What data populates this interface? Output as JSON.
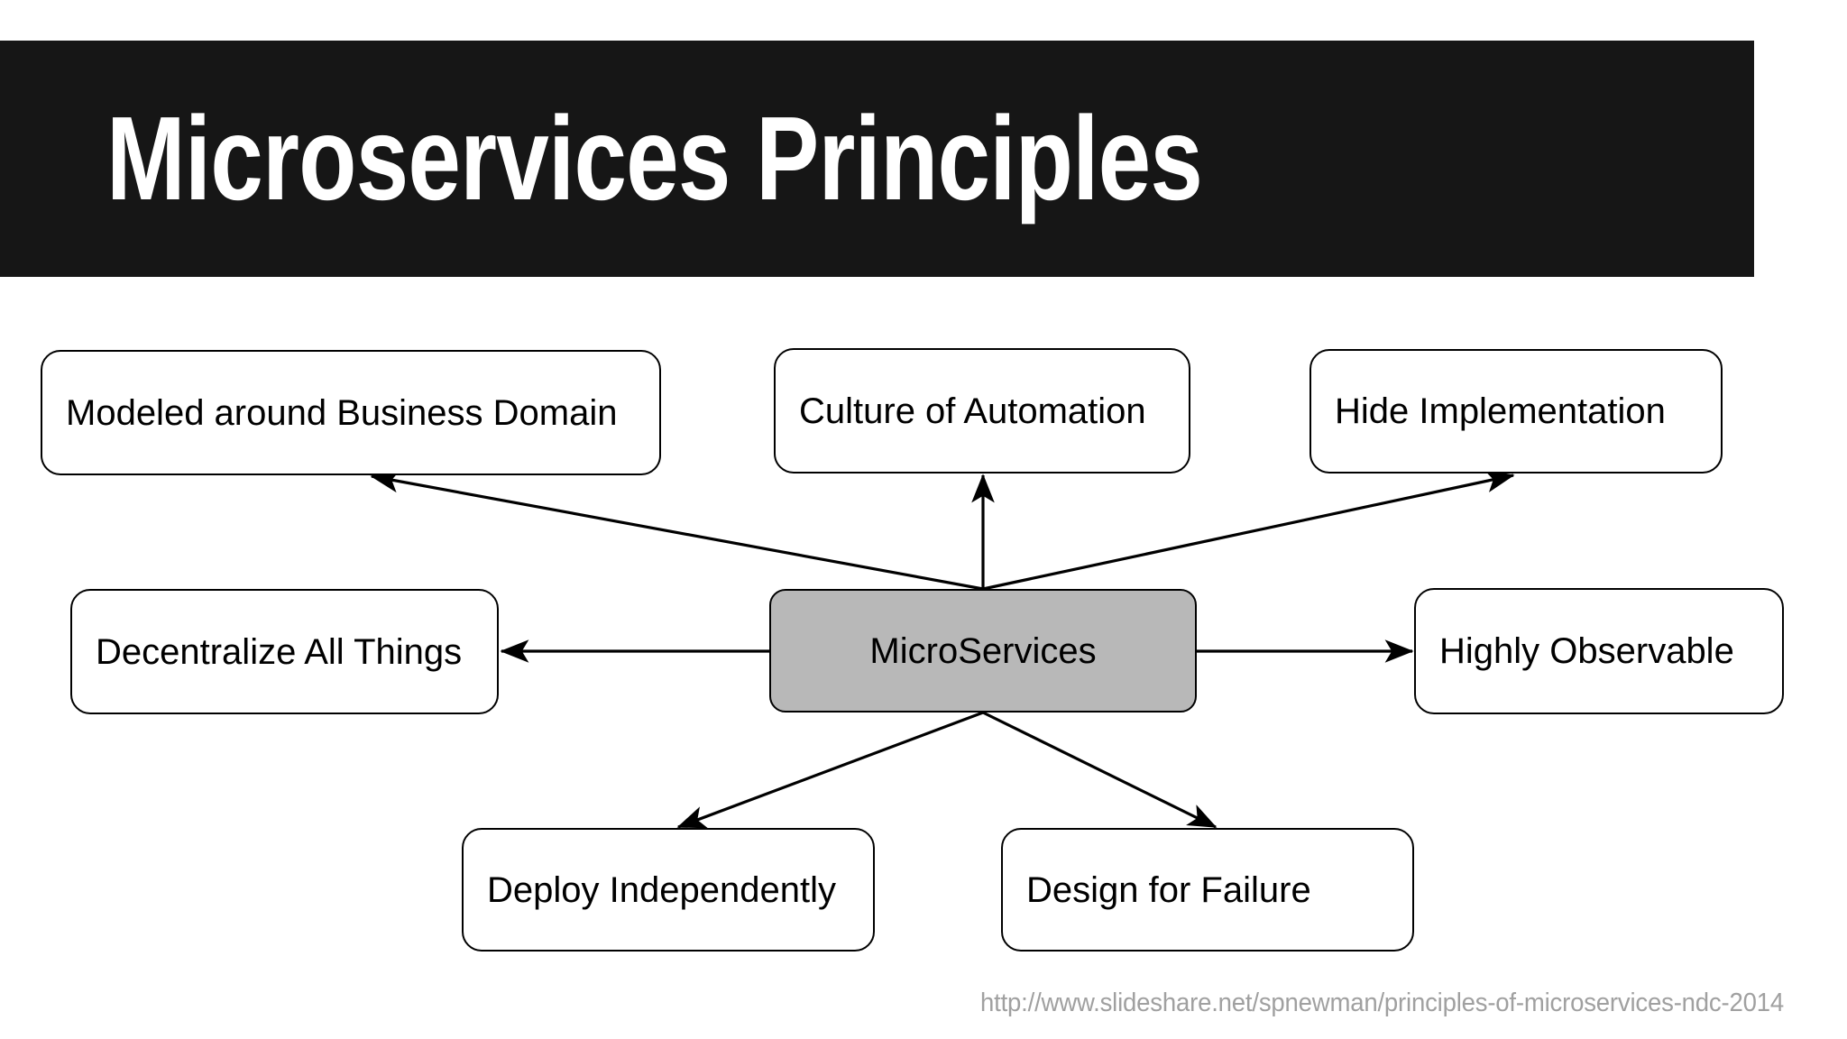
{
  "slide": {
    "title": "Microservices Principles",
    "source_url": "http://www.slideshare.net/spnewman/principles-of-microservices-ndc-2014"
  },
  "colors": {
    "banner_background": "#161616",
    "banner_text": "#ffffff",
    "hub_fill": "#b8b8b8",
    "node_fill": "#ffffff",
    "node_stroke": "#000000",
    "url_text": "#a0a0a0",
    "page_background": "#ffffff"
  },
  "diagram": {
    "type": "hub-and-spoke",
    "hub": {
      "id": "microservices",
      "label": "MicroServices"
    },
    "nodes": [
      {
        "id": "modeled",
        "label": "Modeled around Business Domain",
        "position": "top-left"
      },
      {
        "id": "culture",
        "label": "Culture of Automation",
        "position": "top-center"
      },
      {
        "id": "hide",
        "label": "Hide Implementation",
        "position": "top-right"
      },
      {
        "id": "decentralize",
        "label": "Decentralize All Things",
        "position": "middle-left"
      },
      {
        "id": "observable",
        "label": "Highly Observable",
        "position": "middle-right"
      },
      {
        "id": "deploy",
        "label": "Deploy Independently",
        "position": "bottom-left"
      },
      {
        "id": "failure",
        "label": "Design for Failure",
        "position": "bottom-right"
      }
    ],
    "edges": [
      {
        "from": "microservices",
        "to": "modeled",
        "direction": "out"
      },
      {
        "from": "microservices",
        "to": "culture",
        "direction": "out"
      },
      {
        "from": "microservices",
        "to": "hide",
        "direction": "out"
      },
      {
        "from": "microservices",
        "to": "decentralize",
        "direction": "out"
      },
      {
        "from": "microservices",
        "to": "observable",
        "direction": "out"
      },
      {
        "from": "microservices",
        "to": "deploy",
        "direction": "out"
      },
      {
        "from": "microservices",
        "to": "failure",
        "direction": "out"
      }
    ]
  }
}
